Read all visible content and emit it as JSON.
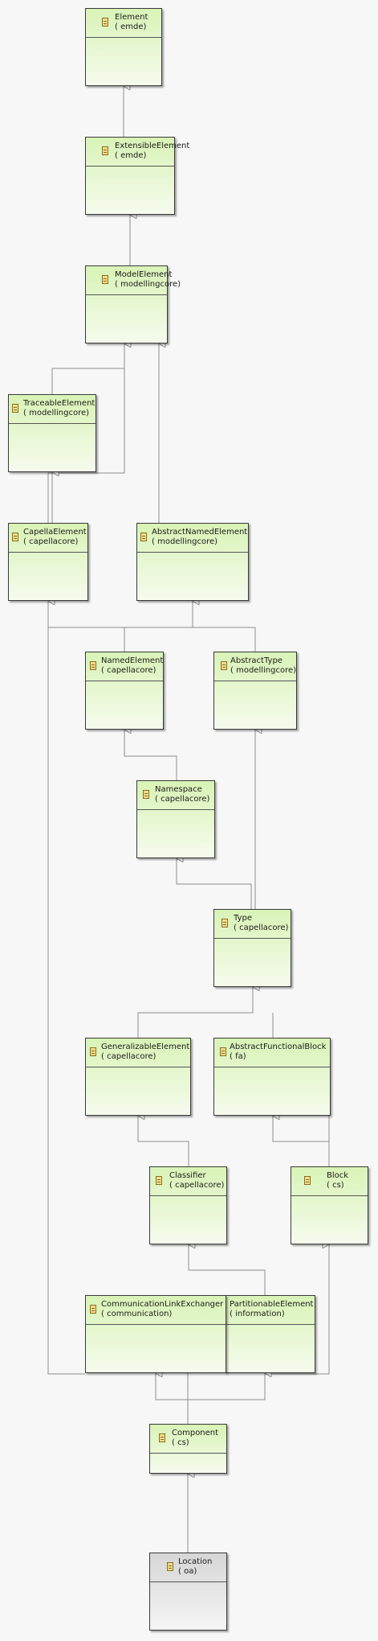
{
  "classes": {
    "element": {
      "name": "Element",
      "package": "( emde)"
    },
    "extensible_element": {
      "name": "ExtensibleElement",
      "package": "( emde)"
    },
    "model_element": {
      "name": "ModelElement",
      "package": "( modellingcore)"
    },
    "traceable_element": {
      "name": "TraceableElement",
      "package": "( modellingcore)"
    },
    "capella_element": {
      "name": "CapellaElement",
      "package": "( capellacore)"
    },
    "abstract_named_element": {
      "name": "AbstractNamedElement",
      "package": "( modellingcore)"
    },
    "named_element": {
      "name": "NamedElement",
      "package": "( capellacore)"
    },
    "abstract_type": {
      "name": "AbstractType",
      "package": "( modellingcore)"
    },
    "namespace": {
      "name": "Namespace",
      "package": "( capellacore)"
    },
    "type": {
      "name": "Type",
      "package": "( capellacore)"
    },
    "generalizable_element": {
      "name": "GeneralizableElement",
      "package": "( capellacore)"
    },
    "abstract_functional_block": {
      "name": "AbstractFunctionalBlock",
      "package": "( fa)"
    },
    "classifier": {
      "name": "Classifier",
      "package": "( capellacore)"
    },
    "block": {
      "name": "Block",
      "package": "( cs)"
    },
    "communication_link_exchanger": {
      "name": "CommunicationLinkExchanger",
      "package": "( communication)"
    },
    "partitionable_element": {
      "name": "PartitionableElement",
      "package": "( information)"
    },
    "component": {
      "name": "Component",
      "package": "( cs)"
    },
    "location": {
      "name": "Location",
      "package": "( oa)"
    }
  },
  "colors": {
    "class_fill_top": "#d8f3b6",
    "class_fill_bottom": "#f6fbee",
    "selected_fill_top": "#d6d6d6",
    "edge": "#8c8c8c",
    "background": "#f7f7f7"
  },
  "icons": {
    "class_icon": "class-icon"
  }
}
